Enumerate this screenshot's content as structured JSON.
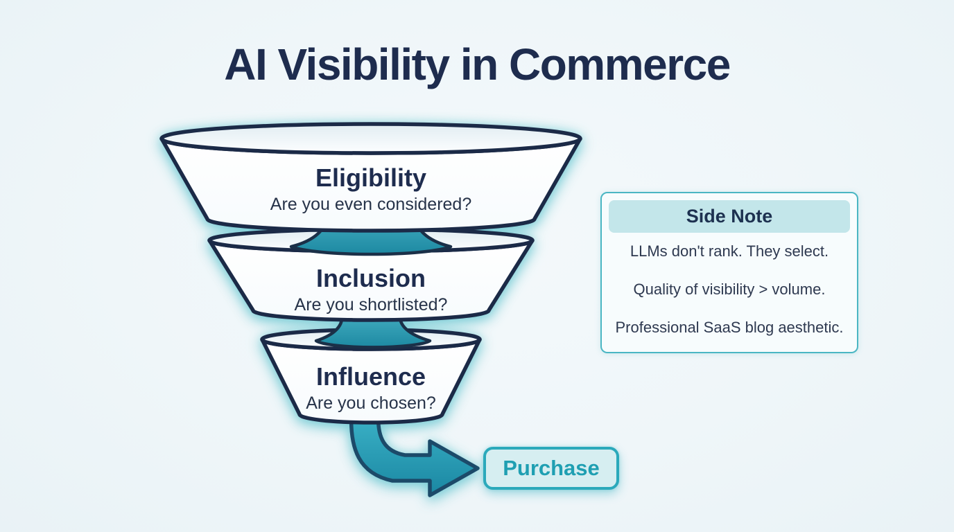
{
  "title": "AI Visibility in Commerce",
  "funnel": {
    "stages": [
      {
        "label": "Eligibility",
        "question": "Are you even considered?"
      },
      {
        "label": "Inclusion",
        "question": "Are you shortlisted?"
      },
      {
        "label": "Influence",
        "question": "Are you chosen?"
      }
    ],
    "outcome_label": "Purchase"
  },
  "side_note": {
    "title": "Side Note",
    "lines": [
      "LLMs don't rank. They select.",
      "Quality of visibility > volume.",
      "Professional SaaS blog aesthetic."
    ]
  },
  "colors": {
    "background": "#eff6f9",
    "navy_text": "#1e2c4e",
    "outline_navy": "#1b2a47",
    "teal_accent": "#2ba9bb",
    "teal_fill_light": "#d6eef1",
    "teal_glow": "#8cd7dc",
    "note_border": "#4ab6c3",
    "note_header_bg": "#c3e6ea"
  }
}
